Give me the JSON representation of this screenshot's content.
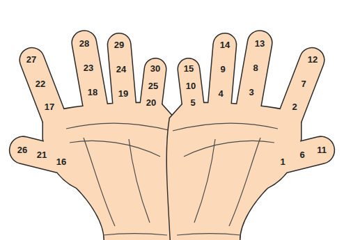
{
  "diagram": {
    "labels": [
      "28",
      "29",
      "13",
      "14",
      "27",
      "12",
      "30",
      "15",
      "23",
      "24",
      "9",
      "8",
      "22",
      "7",
      "25",
      "10",
      "18",
      "19",
      "4",
      "3",
      "20",
      "5",
      "17",
      "2",
      "26",
      "11",
      "21",
      "6",
      "16",
      "1"
    ]
  }
}
